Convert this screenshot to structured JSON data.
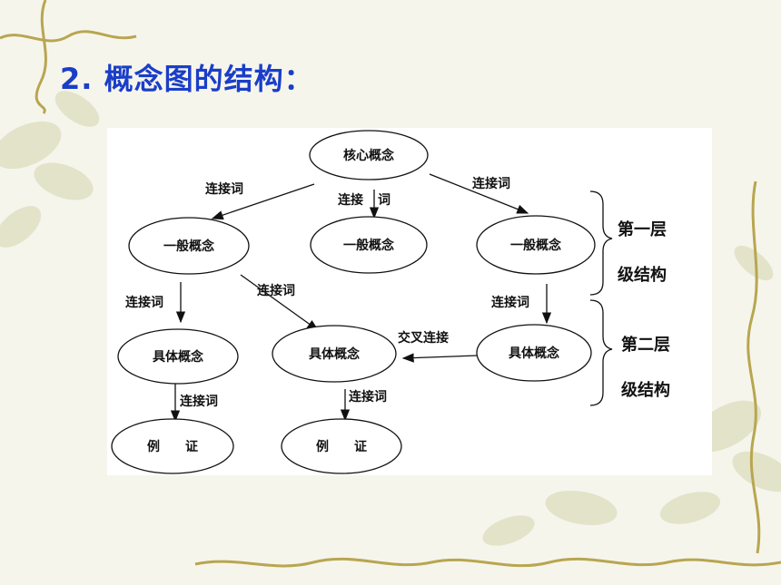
{
  "slide": {
    "title": "2. 概念图的结构："
  },
  "diagram": {
    "nodes": {
      "core": "核心概念",
      "general_left": "一般概念",
      "general_mid": "一般概念",
      "general_right": "一般概念",
      "specific_left": "具体概念",
      "specific_mid": "具体概念",
      "specific_right": "具体概念",
      "example_left": "例　　证",
      "example_mid": "例　　证"
    },
    "labels": {
      "core_to_left": "连接词",
      "core_to_mid": "连接",
      "core_to_mid_tail": "词",
      "core_to_right": "连接词",
      "left_to_specific": "连接词",
      "left_to_mid_specific": "连接词",
      "right_to_specific": "连接词",
      "cross_link": "交叉连接",
      "specific_left_to_example": "连接词",
      "specific_mid_to_example": "连接词"
    },
    "levels": {
      "first_line1": "第一层",
      "first_line2": "级结构",
      "second_line1": "第二层",
      "second_line2": "级结构"
    }
  }
}
